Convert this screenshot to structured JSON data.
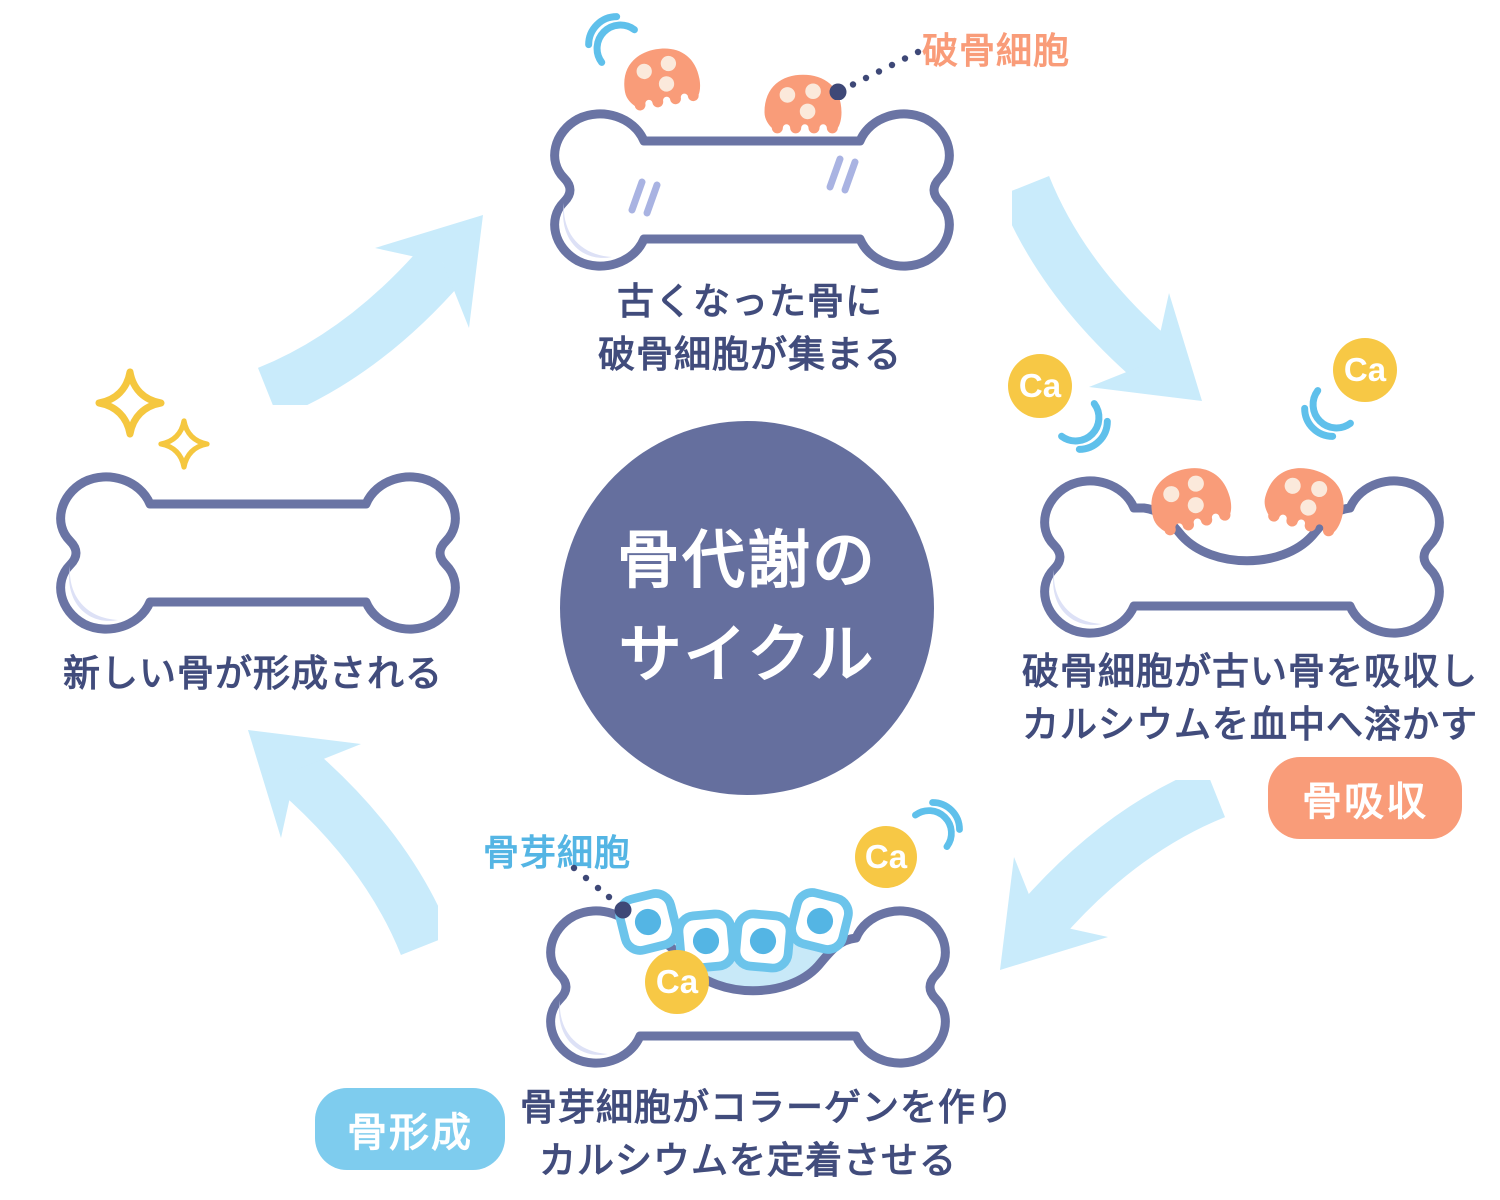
{
  "diagram": {
    "title_line1": "骨代謝の",
    "title_line2": "サイクル",
    "ca_label": "Ca",
    "stages": {
      "old_bone": {
        "caption_line1": "古くなった骨に",
        "caption_line2": "破骨細胞が集まる",
        "cell_label": "破骨細胞"
      },
      "resorption": {
        "caption_line1": "破骨細胞が古い骨を吸収し",
        "caption_line2": "カルシウムを血中へ溶かす",
        "badge": "骨吸収"
      },
      "formation": {
        "caption_line1": "骨芽細胞がコラーゲンを作り",
        "caption_line2": "カルシウムを定着させる",
        "badge": "骨形成",
        "cell_label": "骨芽細胞"
      },
      "new_bone": {
        "caption": "新しい骨が形成される"
      }
    },
    "colors": {
      "bone_outline": "#6A74A4",
      "caption_text": "#414C7C",
      "center_circle": "#656F9E",
      "arrow": "#C9EBFB",
      "osteoclast": "#F99C79",
      "calcium": "#F7C845",
      "vibration": "#5FC0EB",
      "osteoblast_nucleus": "#54B5E4",
      "osteoblast_border": "#6CC4EB",
      "collagen_fill": "#C8E9F8",
      "resorption_badge": "#F99C79",
      "formation_badge": "#7ECCEE",
      "sparkle": "#F5C73F",
      "bone_highlight": "#DDE1F6"
    }
  }
}
